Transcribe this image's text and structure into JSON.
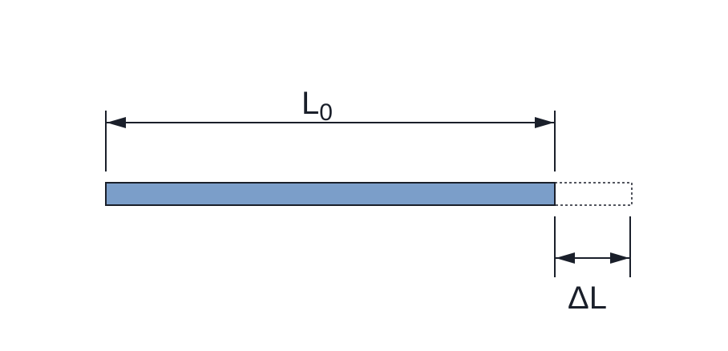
{
  "labels": {
    "original_length": "L",
    "original_length_subscript": "0",
    "elongation": "ΔL"
  },
  "colors": {
    "bar_fill": "#7b9ec9",
    "line": "#1a1f2a",
    "background": "#ffffff"
  }
}
